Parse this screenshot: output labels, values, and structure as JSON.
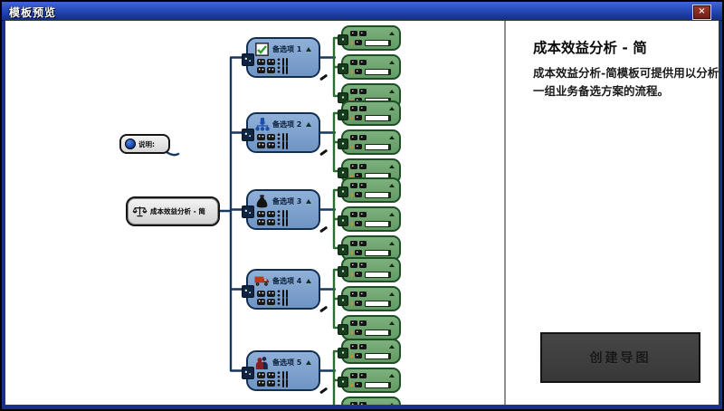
{
  "window": {
    "title": "模板预览",
    "close_label": "×"
  },
  "panel": {
    "title": "成本效益分析 - 简",
    "description": "成本效益分析-简模板可提供用以分析一组业务备选方案的流程。",
    "create_button": "创建导图"
  },
  "diagram": {
    "central_topic": "成本效益分析 - 简",
    "central_icon": "balance-scale-icon",
    "floating_topic": "说明:",
    "floating_icon": "blue-marker-icon",
    "main_topics": [
      {
        "label": "备选项 1",
        "icon": "checkbox-icon"
      },
      {
        "label": "备选项 2",
        "icon": "org-chart-icon"
      },
      {
        "label": "备选项 3",
        "icon": "money-bag-icon"
      },
      {
        "label": "备选项 4",
        "icon": "truck-icon"
      },
      {
        "label": "备选项 5",
        "icon": "people-icon"
      }
    ],
    "subtopics_per_main_topic": 3,
    "colors": {
      "main_topic_fill": "#7ba0cc",
      "main_topic_border": "#122f52",
      "subtopic_fill": "#6ea671",
      "subtopic_border": "#1c4f24",
      "connection_line": "#17375e",
      "subtopic_line": "#2e6b33",
      "titlebar_blue": "#2b50c0",
      "close_button_red": "#8c2a22"
    }
  }
}
